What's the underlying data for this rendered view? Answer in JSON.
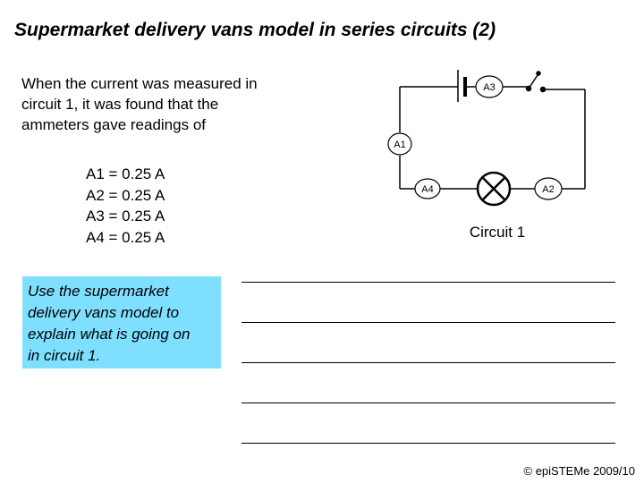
{
  "slide": {
    "title": "Supermarket delivery vans model in series circuits (2)",
    "intro_lines": [
      "When the current was measured in",
      "circuit 1, it was found that the",
      "ammeters gave readings of"
    ],
    "readings": [
      "A1 = 0.25 A",
      "A2 = 0.25 A",
      "A3 = 0.25 A",
      "A4 = 0.25 A"
    ],
    "task_lines": [
      "Use the supermarket",
      "delivery vans model to",
      "explain what is going on",
      "in circuit 1."
    ],
    "task_box_color": "#7fdfff",
    "answer_line_count": 5,
    "footer": "© epiSTEMe 2009/10"
  },
  "circuit": {
    "caption": "Circuit 1",
    "ammeters": {
      "a1": "A1",
      "a2": "A2",
      "a3": "A3",
      "a4": "A4"
    },
    "components": [
      "battery-cell",
      "switch-open",
      "lamp"
    ]
  }
}
